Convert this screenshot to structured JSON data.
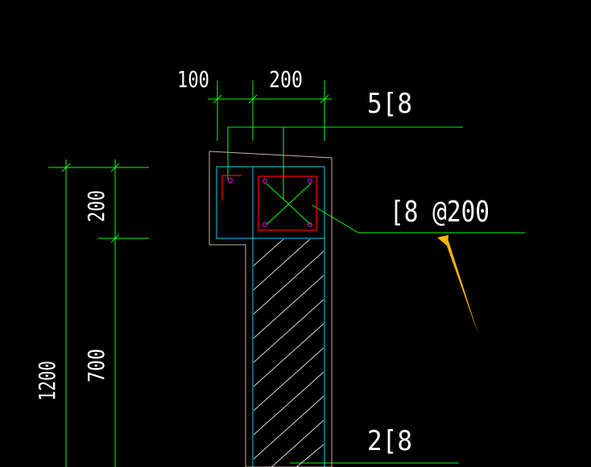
{
  "dimensions": {
    "top_left": "100",
    "top_right": "200",
    "left_outer": "1200",
    "left_upper": "200",
    "left_lower": "700"
  },
  "callouts": {
    "top_bars": "5[8",
    "stirrup": "[8 @200",
    "bottom_bars": "2[8"
  },
  "colors": {
    "background": "#000000",
    "dimension_line": "#00ff00",
    "outline": "#00d2ff",
    "rebar": "#ff0000",
    "bar_dot": "#ff00ff",
    "concrete_outline": "#c8b4a0",
    "arrow": "#ffb400",
    "text": "#ffffff"
  }
}
